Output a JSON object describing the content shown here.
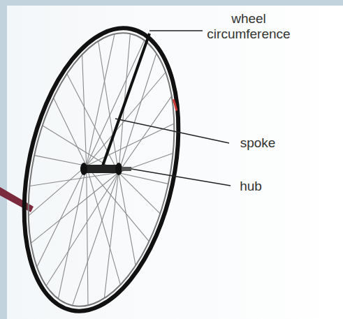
{
  "diagram": {
    "labels": [
      "wheel circumference",
      "spoke",
      "hub"
    ]
  }
}
